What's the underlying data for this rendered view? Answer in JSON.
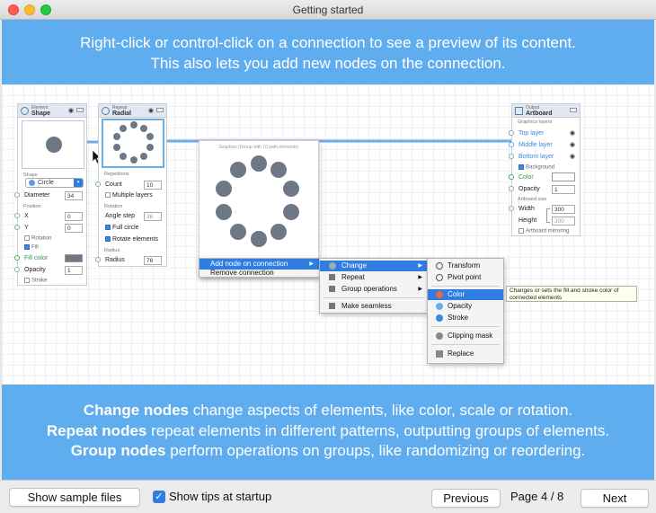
{
  "window": {
    "title": "Getting started"
  },
  "top_banner": {
    "line1": "Right-click or control-click on a connection to see a preview of its content.",
    "line2": "This also lets you add new nodes on the connection."
  },
  "nodes": {
    "shape": {
      "category": "Element",
      "name": "Shape",
      "sec_shape": "Shape",
      "shape_value": "Circle",
      "diameter_label": "Diameter",
      "diameter": "34",
      "sec_position": "Position",
      "x_label": "X",
      "x": "0",
      "y_label": "Y",
      "y": "0",
      "rotation": "Rotation",
      "fill": "Fill",
      "fill_color_label": "Fill color",
      "opacity_label": "Opacity",
      "opacity": "1",
      "stroke": "Stroke"
    },
    "radial": {
      "category": "Repeat",
      "name": "Radial",
      "sec_repetitions": "Repetitions",
      "count_label": "Count",
      "count": "10",
      "multiple_layers": "Multiple layers",
      "sec_rotation": "Rotation",
      "angle_step_label": "Angle step",
      "angle_step": "36",
      "full_circle": "Full circle",
      "rotate_elements": "Rotate elements",
      "sec_radius": "Radius",
      "radius_label": "Radius",
      "radius": "76"
    },
    "artboard": {
      "category": "Output",
      "name": "Artboard",
      "sec_layers": "Graphics layers",
      "layers": [
        "Top layer",
        "Middle layer",
        "Bottom layer"
      ],
      "background": "Background",
      "color_label": "Color",
      "opacity_label": "Opacity",
      "opacity": "1",
      "sec_size": "Artboard size",
      "width_label": "Width",
      "width": "300",
      "height_label": "Height",
      "height": "300",
      "mirroring": "Artboard mirroring"
    }
  },
  "preview": {
    "caption": "Graphics (Group with 10 path elements)"
  },
  "context_menu": {
    "items": [
      "Add node on connection",
      "Remove connection"
    ],
    "submenu": [
      "Change",
      "Repeat",
      "Group operations",
      "Make seamless"
    ],
    "change_menu": [
      "Transform",
      "Pivot point",
      "Color",
      "Opacity",
      "Stroke",
      "Clipping mask",
      "Replace"
    ],
    "tooltip": "Changes or sets the fill and stroke color of connected elements"
  },
  "bottom_banner": {
    "l1_bold": "Change nodes",
    "l1_rest": " change aspects of elements, like color, scale or rotation.",
    "l2_bold": "Repeat nodes",
    "l2_rest": " repeat elements in different patterns, outputting groups of elements.",
    "l3_bold": "Group nodes",
    "l3_rest": " perform operations on groups, like randomizing or reordering."
  },
  "footer": {
    "sample_files": "Show sample files",
    "show_tips": "Show tips at startup",
    "previous": "Previous",
    "page": "Page 4 / 8",
    "next": "Next"
  },
  "colors": {
    "accent": "#2f7de1",
    "banner": "#5fadee",
    "connection": "#6aaee8"
  }
}
